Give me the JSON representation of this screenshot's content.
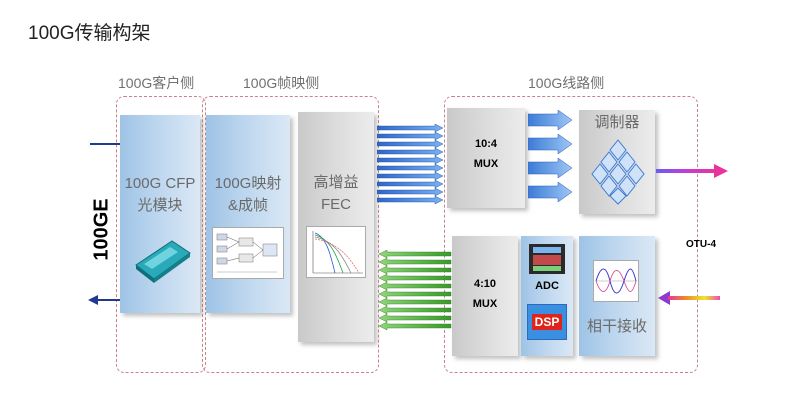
{
  "title": "100G传输构架",
  "sections": {
    "client": "100G客户侧",
    "frame": "100G帧映侧",
    "line": "100G线路侧"
  },
  "side_label": "100GE",
  "blocks": {
    "cfp": {
      "line1": "100G CFP",
      "line2": "光模块"
    },
    "mapping": {
      "line1": "100G映射",
      "line2": "&成帧"
    },
    "fec": {
      "line1": "高增益",
      "line2": "FEC"
    },
    "mux_tx": {
      "line1": "10:4",
      "line2": "MUX"
    },
    "mux_rx": {
      "line1": "4:10",
      "line2": "MUX"
    },
    "modulator": "调制器",
    "adc": "ADC",
    "dsp": "DSP",
    "coherent_rx": "相干接收"
  },
  "otu_label": "OTU-4",
  "colors": {
    "arrow_blue": "#1f3a93",
    "dsp_red": "#e0241c",
    "dsp_blue": "#3b8fe0",
    "green_arrow": "#3a9a2a",
    "blue_arrow": "#3c7bd8",
    "dash_border": "#c9828c"
  }
}
